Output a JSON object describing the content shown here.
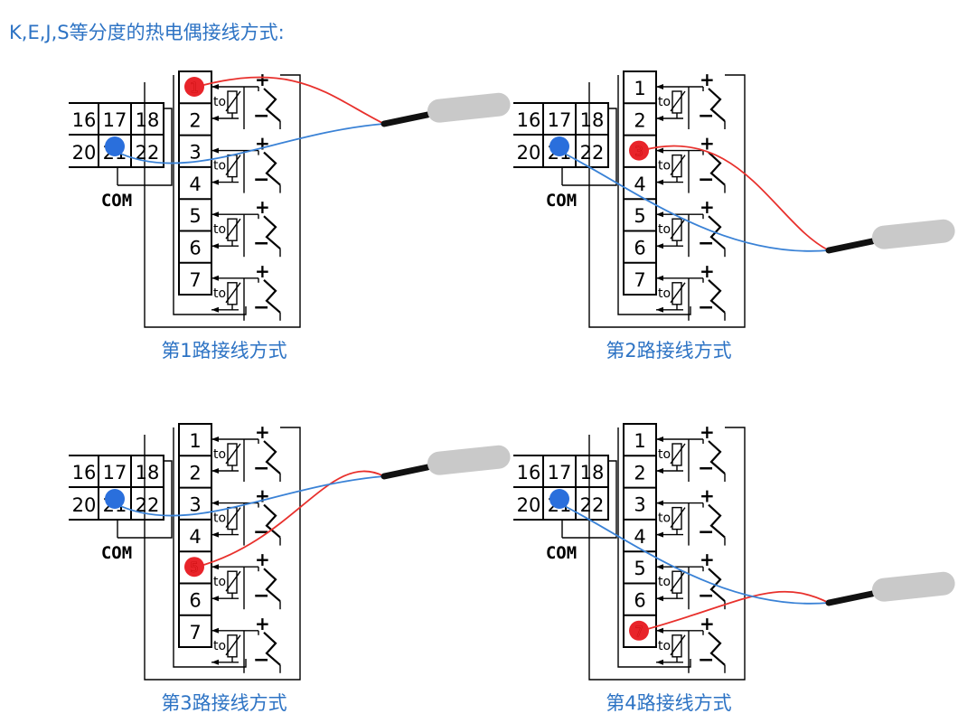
{
  "heading": "K,E,J,S等分度的热电偶接线方式:",
  "colors": {
    "accent_text": "#2d73c4",
    "red_wire": "#e8302c",
    "blue_wire": "#3a82d6",
    "red_dot": "#e8242a",
    "blue_dot": "#2a6fdc",
    "line": "#000000",
    "probe": "#c9c9c9"
  },
  "common": {
    "top_row": [
      "16",
      "17",
      "18"
    ],
    "bottom_row": [
      "20",
      "21",
      "22"
    ],
    "com_label": "COM"
  },
  "terminals": [
    "1",
    "2",
    "3",
    "4",
    "5",
    "6",
    "7"
  ],
  "symbols": {
    "plus": "+",
    "minus": "−",
    "tc": "to"
  },
  "panels": [
    {
      "caption": "第1路接线方式",
      "red_terminal": 1
    },
    {
      "caption": "第2路接线方式",
      "red_terminal": 3
    },
    {
      "caption": "第3路接线方式",
      "red_terminal": 5
    },
    {
      "caption": "第4路接线方式",
      "red_terminal": 7
    }
  ]
}
